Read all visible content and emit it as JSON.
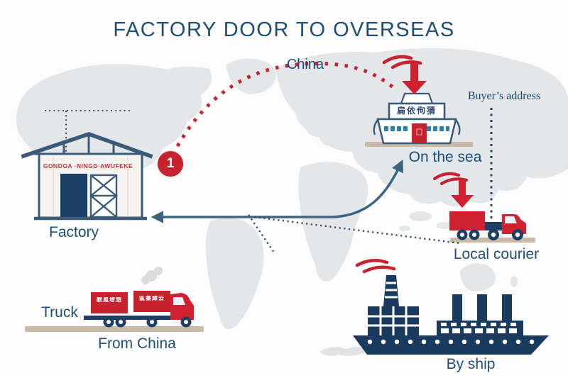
{
  "title": "FACTORY DOOR TO OVERSEAS",
  "colors": {
    "navy_text": "#1d4d78",
    "red": "#c8222f",
    "slate_arrow": "#3f647f",
    "ship_navy": "#1b3a5f",
    "ground_tan": "#c9baa8",
    "map_gray": "#e3e7ea"
  },
  "route": {
    "origin_label": "China",
    "step_marker": "1",
    "buyer_note": "Buyer’s address"
  },
  "nodes": {
    "factory": {
      "label": "Factory",
      "sign": "GONDOA ·NINGD·AWUFEKE"
    },
    "sea_port": {
      "label": "On the sea",
      "sign": "扁依佝猜"
    },
    "courier": {
      "label": "Local courier"
    },
    "truck": {
      "label": "Truck",
      "caption": "From China",
      "box1": "敝風增惣",
      "box2": "區寨庫云"
    },
    "ship": {
      "label": "By ship"
    }
  }
}
